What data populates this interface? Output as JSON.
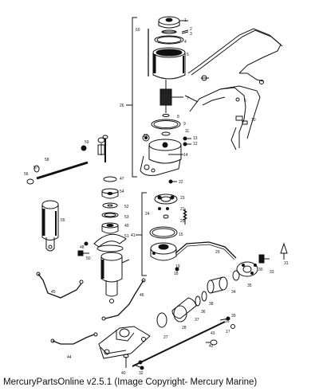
{
  "diagram": {
    "callouts": [
      "1",
      "2",
      "3",
      "4",
      "5",
      "6",
      "7",
      "8",
      "9",
      "10",
      "11",
      "12",
      "13",
      "14",
      "15",
      "16",
      "17",
      "18",
      "19",
      "20",
      "21",
      "22",
      "23",
      "24",
      "25",
      "26",
      "27",
      "28",
      "29",
      "30",
      "31",
      "32",
      "33",
      "34",
      "35",
      "36",
      "37",
      "38",
      "39",
      "40",
      "41",
      "42",
      "43",
      "44",
      "45",
      "46",
      "47",
      "48",
      "49",
      "50",
      "51",
      "52",
      "53",
      "54",
      "55",
      "56",
      "57",
      "58",
      "59",
      "60"
    ]
  },
  "footer": {
    "text": "MercuryPartsOnline v2.5.1 (Image Copyright- Mercury Marine)"
  }
}
